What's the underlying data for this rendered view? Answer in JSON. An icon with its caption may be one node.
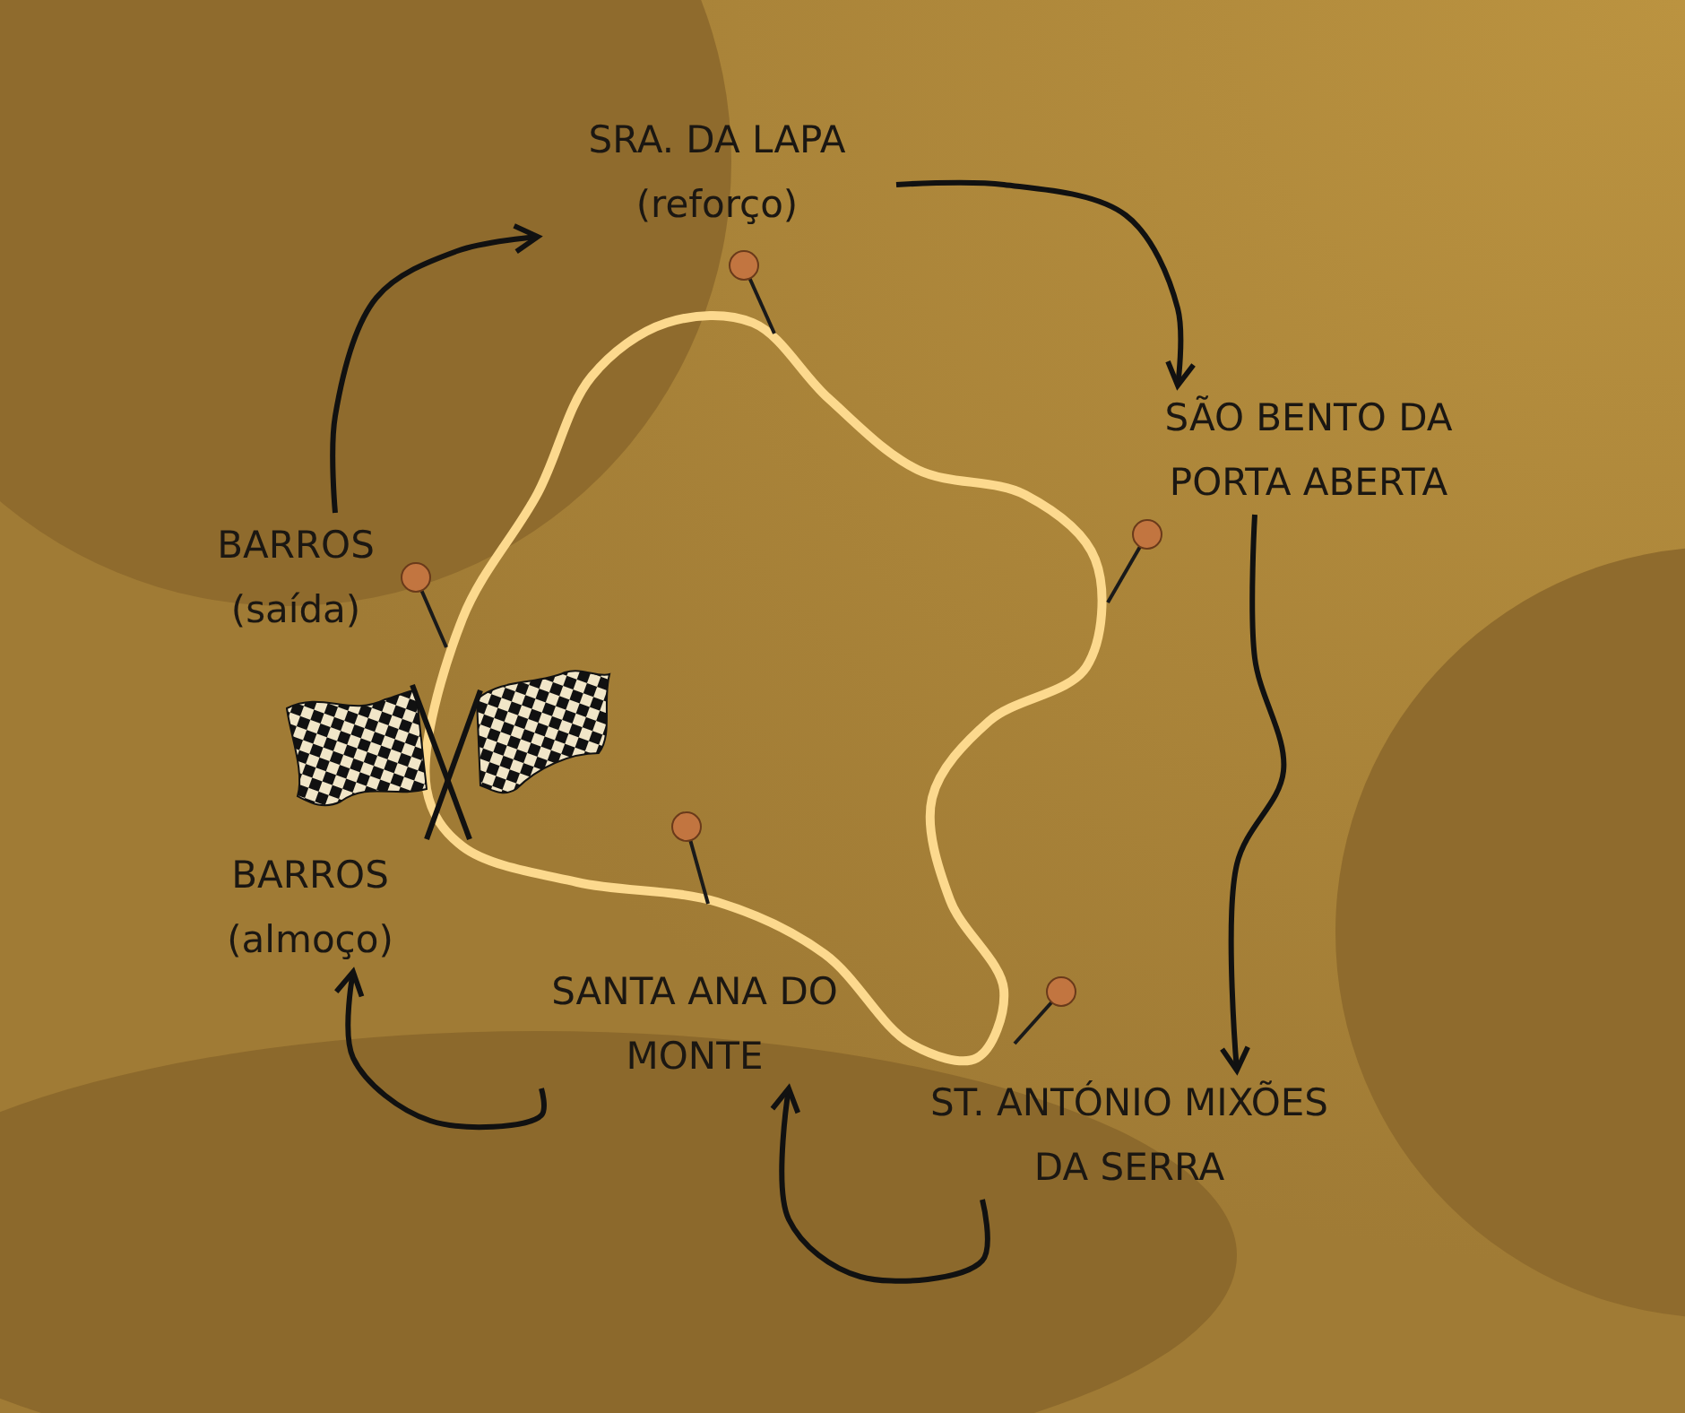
{
  "diagram": {
    "nodes": [
      {
        "text": [
          "SRA. DA LAPA",
          "(reforço)"
        ]
      },
      {
        "text": [
          "BARROS",
          "(saída)"
        ]
      },
      {
        "text": [
          "SÃO BENTO DA PORTA ABERTA"
        ]
      },
      {
        "text": [
          "BARROS",
          "(almoço)"
        ]
      },
      {
        "text": [
          "SANTA ANA DO MONTE"
        ]
      },
      {
        "text": [
          "ST. ANTÓNIO MIXÕES DA SERRA"
        ]
      }
    ],
    "edges": [
      {
        "from": 1,
        "to": 0,
        "arrow": "to"
      },
      {
        "from": 0,
        "to": 2,
        "arrow": "to"
      },
      {
        "from": 2,
        "to": 5,
        "arrow": "to"
      },
      {
        "from": 5,
        "to": 4,
        "arrow": "to"
      },
      {
        "from": 4,
        "to": 3,
        "arrow": "to"
      }
    ]
  }
}
